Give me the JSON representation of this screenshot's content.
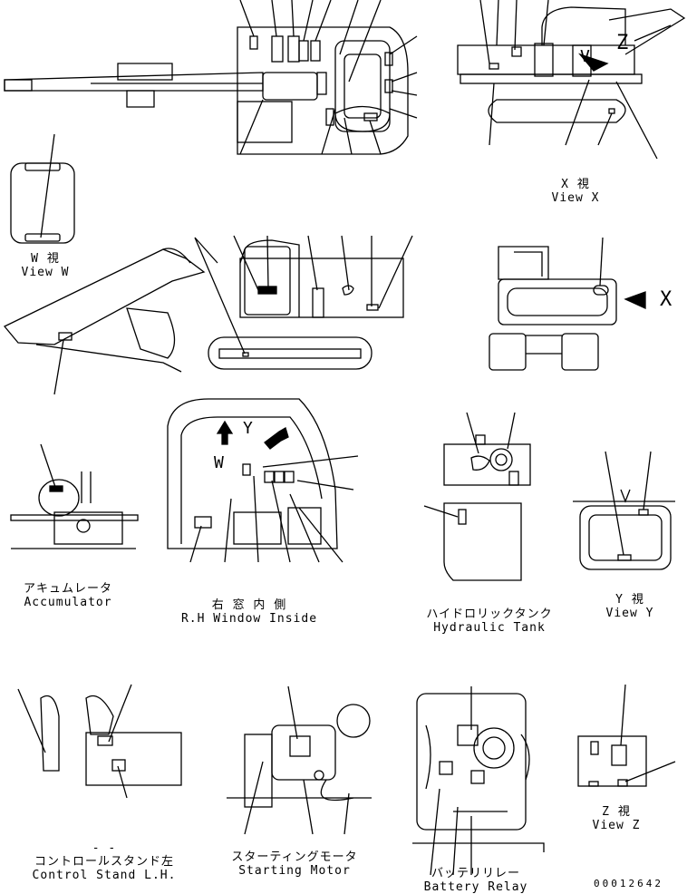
{
  "captions": {
    "view_w": {
      "jp": "W  視",
      "en": "View W"
    },
    "view_x": {
      "jp": "X  視",
      "en": "View X"
    },
    "view_y": {
      "jp": "Y  視",
      "en": "View Y"
    },
    "view_z": {
      "jp": "Z  視",
      "en": "View Z"
    },
    "accumulator": {
      "jp": "アキュムレータ",
      "en": "Accumulator"
    },
    "rh_window": {
      "jp": "右 窓 内 側",
      "en": "R.H Window Inside"
    },
    "hyd_tank": {
      "jp": "ハイドロリックタンク",
      "en": "Hydraulic Tank"
    },
    "control_lh": {
      "jp": "コントロールスタンド左",
      "en": "Control Stand L.H.",
      "mark": "- -"
    },
    "starting_motor": {
      "jp": "スターティングモータ",
      "en": "Starting Motor"
    },
    "battery_relay": {
      "jp": "バッテリリレー",
      "en": "Battery Relay"
    }
  },
  "view_letters": {
    "x": "X",
    "y": "Y",
    "z": "Z",
    "w": "W",
    "v": "V"
  },
  "part_number": "00012642"
}
